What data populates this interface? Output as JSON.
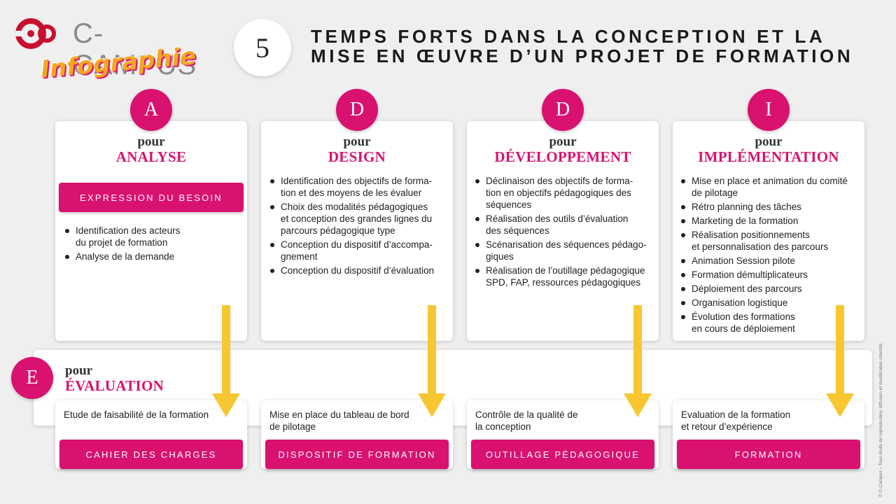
{
  "logo": {
    "brand": "C-CAMPUS",
    "subtitle": "Infographie"
  },
  "title": {
    "number": "5",
    "line1": "TEMPS FORTS DANS LA CONCEPTION ET LA",
    "line2": "MISE EN ŒUVRE D’UN PROJET DE FORMATION"
  },
  "colors": {
    "accent": "#d9116f",
    "arrow": "#f8c631",
    "background": "#efefef"
  },
  "phases": [
    {
      "letter": "A",
      "pour": "pour",
      "name": "ANALYSE",
      "pill": "EXPRESSION DU BESOIN",
      "items": [
        [
          "Identification des acteurs",
          "du projet de formation"
        ],
        [
          "Analyse de la demande"
        ]
      ],
      "evaluation_text": [
        "Etude de faisabilité de la formation"
      ],
      "deliverable": "CAHIER DES CHARGES"
    },
    {
      "letter": "D",
      "pour": "pour",
      "name": "DESIGN",
      "items": [
        [
          "Identification des objectifs de forma-",
          "tion et des moyens de les évaluer"
        ],
        [
          "Choix des modalités pédagogiques",
          "et conception des grandes lignes du",
          "parcours pédagogique type"
        ],
        [
          "Conception du dispositif d’accompa-",
          "gnement"
        ],
        [
          "Conception du dispositif d’évaluation"
        ]
      ],
      "evaluation_text": [
        "Mise en place du tableau de bord",
        "de pilotage"
      ],
      "deliverable": "DISPOSITIF DE FORMATION"
    },
    {
      "letter": "D",
      "pour": "pour",
      "name": "DÉVELOPPEMENT",
      "items": [
        [
          "Déclinaison des objectifs de forma-",
          "tion en objectifs pédagogiques des",
          "séquences"
        ],
        [
          "Réalisation des outils d’évaluation",
          "des séquences"
        ],
        [
          "Scénarisation des séquences pédago-",
          "giques"
        ],
        [
          "Réalisation de l’outillage pédagogique",
          "SPD, FAP, ressources pédagogiques"
        ]
      ],
      "evaluation_text": [
        "Contrôle de la qualité de",
        "la conception"
      ],
      "deliverable": "OUTILLAGE PÉDAGOGIQUE"
    },
    {
      "letter": "I",
      "pour": "pour",
      "name": "IMPLÉMENTATION",
      "items": [
        [
          "Mise en place et animation du comité",
          "de pilotage"
        ],
        [
          "Rétro planning des tâches"
        ],
        [
          "Marketing de la formation"
        ],
        [
          "Réalisation positionnements",
          "et personnalisation des parcours"
        ],
        [
          "Animation Session pilote"
        ],
        [
          "Formation démultiplicateurs"
        ],
        [
          "Déploiement des parcours"
        ],
        [
          "Organisation logistique"
        ],
        [
          "Évolution des formations",
          "en cours de déploiement"
        ]
      ],
      "evaluation_text": [
        "Evaluation de la formation",
        "et retour d’expérience"
      ],
      "deliverable": "FORMATION"
    }
  ],
  "evaluation": {
    "letter": "E",
    "pour": "pour",
    "name": "ÉVALUATION"
  },
  "sidenote": "© C-Campus – Tous droits de reproduction, diffusion et modification interdits."
}
